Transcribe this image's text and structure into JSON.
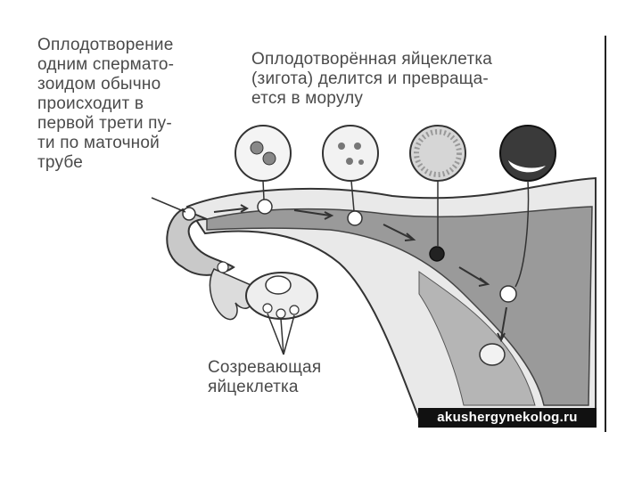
{
  "labels": {
    "fertilization": "Оплодотворение\nодним спермато-\nзоидом обычно\nпроисходит в\nпервой трети пу-\nти по маточной\nтрубе",
    "zygote": "Оплодотворённая яйцеклетка\n(зигота) делится и превраща-\nется в морулу",
    "maturing_egg": "Созревающая\nяйцеклетка"
  },
  "watermark": "akushergynekolog.ru",
  "colors": {
    "text": "#4a4a4a",
    "outline": "#333333",
    "tissue": "#e9e9e9",
    "cavity": "#9a9a9a"
  }
}
